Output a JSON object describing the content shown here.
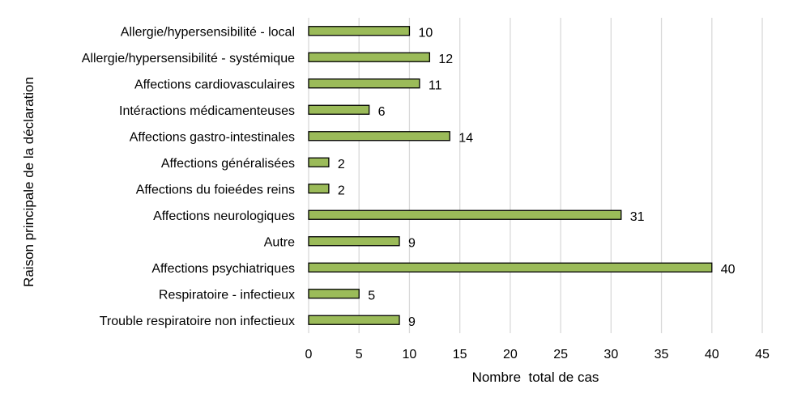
{
  "chart_data": {
    "type": "bar",
    "orientation": "horizontal",
    "categories": [
      "Allergie/hypersensibilité - local",
      "Allergie/hypersensibilité - systémique",
      "Affections cardiovasculaires",
      "Intéractions médicamenteuses",
      "Affections gastro-intestinales",
      "Affections généralisées",
      "Affections du foieédes reins",
      "Affections neurologiques",
      "Autre",
      "Affections psychiatriques",
      "Respiratoire - infectieux",
      "Trouble respiratoire non infectieux"
    ],
    "values": [
      10,
      12,
      11,
      6,
      14,
      2,
      2,
      31,
      9,
      40,
      5,
      9
    ],
    "xlabel": "Nombre  total de cas",
    "ylabel": "Raison principale de la déclaration",
    "xlim": [
      0,
      45
    ],
    "xticks": [
      0,
      5,
      10,
      15,
      20,
      25,
      30,
      35,
      40,
      45
    ],
    "grid": "vertical",
    "bar_color": "#9bbb59"
  }
}
